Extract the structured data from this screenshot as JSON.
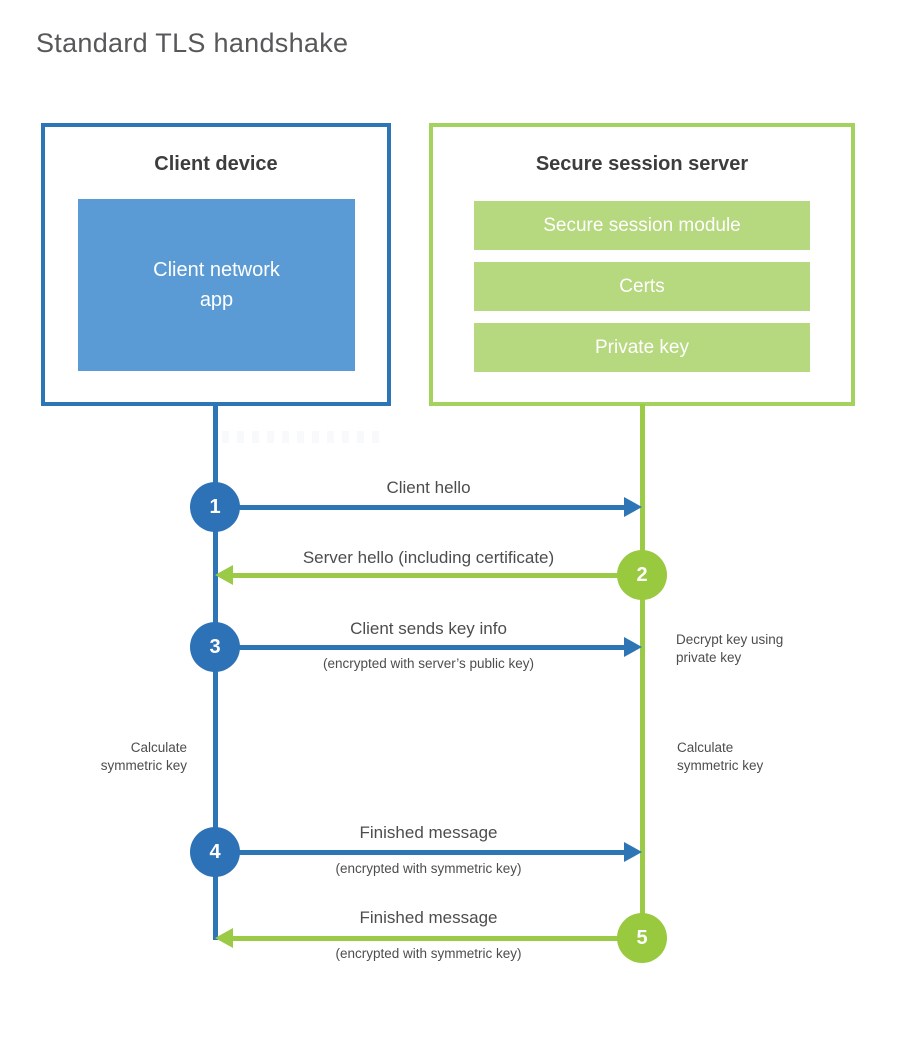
{
  "title": "Standard TLS handshake",
  "colors": {
    "blue_stroke": "#2e75b6",
    "blue_circle": "#2d71b6",
    "blue_fill": "#5b9bd5",
    "green_stroke": "#9bca47",
    "green_border": "#a3d25e",
    "green_circle": "#98c93e",
    "green_fill": "#b6d87e",
    "text_dark": "#3d3d3d",
    "text_gray": "#4d4d4d",
    "title_gray": "#58585a"
  },
  "client": {
    "title": "Client device",
    "app_label": "Client network\napp"
  },
  "server": {
    "title": "Secure session server",
    "modules": [
      "Secure session module",
      "Certs",
      "Private key"
    ]
  },
  "steps": [
    {
      "num": "1",
      "from": "client",
      "to": "server",
      "label": "Client hello",
      "sub": ""
    },
    {
      "num": "2",
      "from": "server",
      "to": "client",
      "label": "Server hello (including certificate)",
      "sub": ""
    },
    {
      "num": "3",
      "from": "client",
      "to": "server",
      "label": "Client sends key info",
      "sub": "(encrypted with server’s public key)"
    },
    {
      "num": "4",
      "from": "client",
      "to": "server",
      "label": "Finished message",
      "sub": "(encrypted with symmetric key)"
    },
    {
      "num": "5",
      "from": "server",
      "to": "client",
      "label": "Finished message",
      "sub": "(encrypted with symmetric key)"
    }
  ],
  "notes": {
    "decrypt": "Decrypt key using\nprivate key",
    "calc_left": "Calculate\nsymmetric key",
    "calc_right": "Calculate\nsymmetric key"
  }
}
